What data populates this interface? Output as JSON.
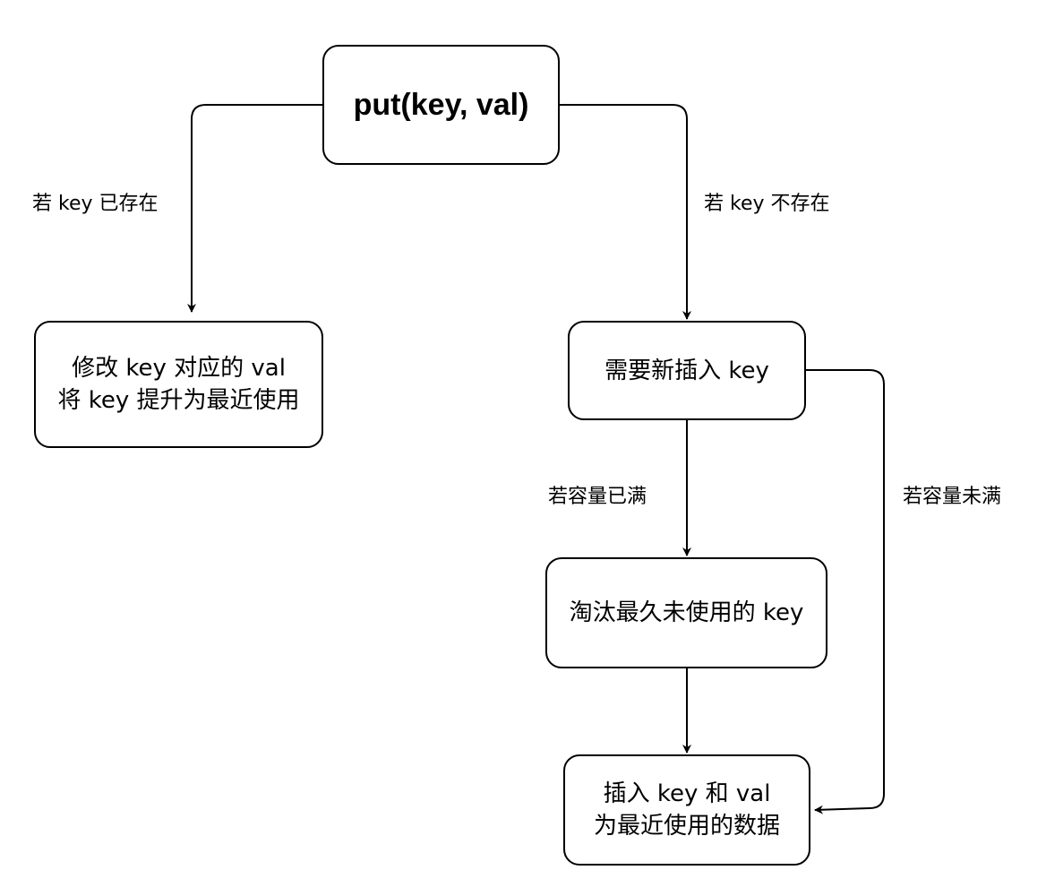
{
  "nodes": {
    "root": {
      "label": "put(key, val)"
    },
    "modify": {
      "lines": [
        "修改 key 对应的 val",
        "将 key 提升为最近使用"
      ]
    },
    "new_key": {
      "label": "需要新插入 key"
    },
    "evict": {
      "label": "淘汰最久未使用的 key"
    },
    "insert": {
      "lines": [
        "插入 key 和 val",
        "为最近使用的数据"
      ]
    }
  },
  "edge_labels": {
    "key_exists": "若 key 已存在",
    "key_not_exists": "若 key 不存在",
    "capacity_full": "若容量已满",
    "capacity_not_full": "若容量未满"
  }
}
